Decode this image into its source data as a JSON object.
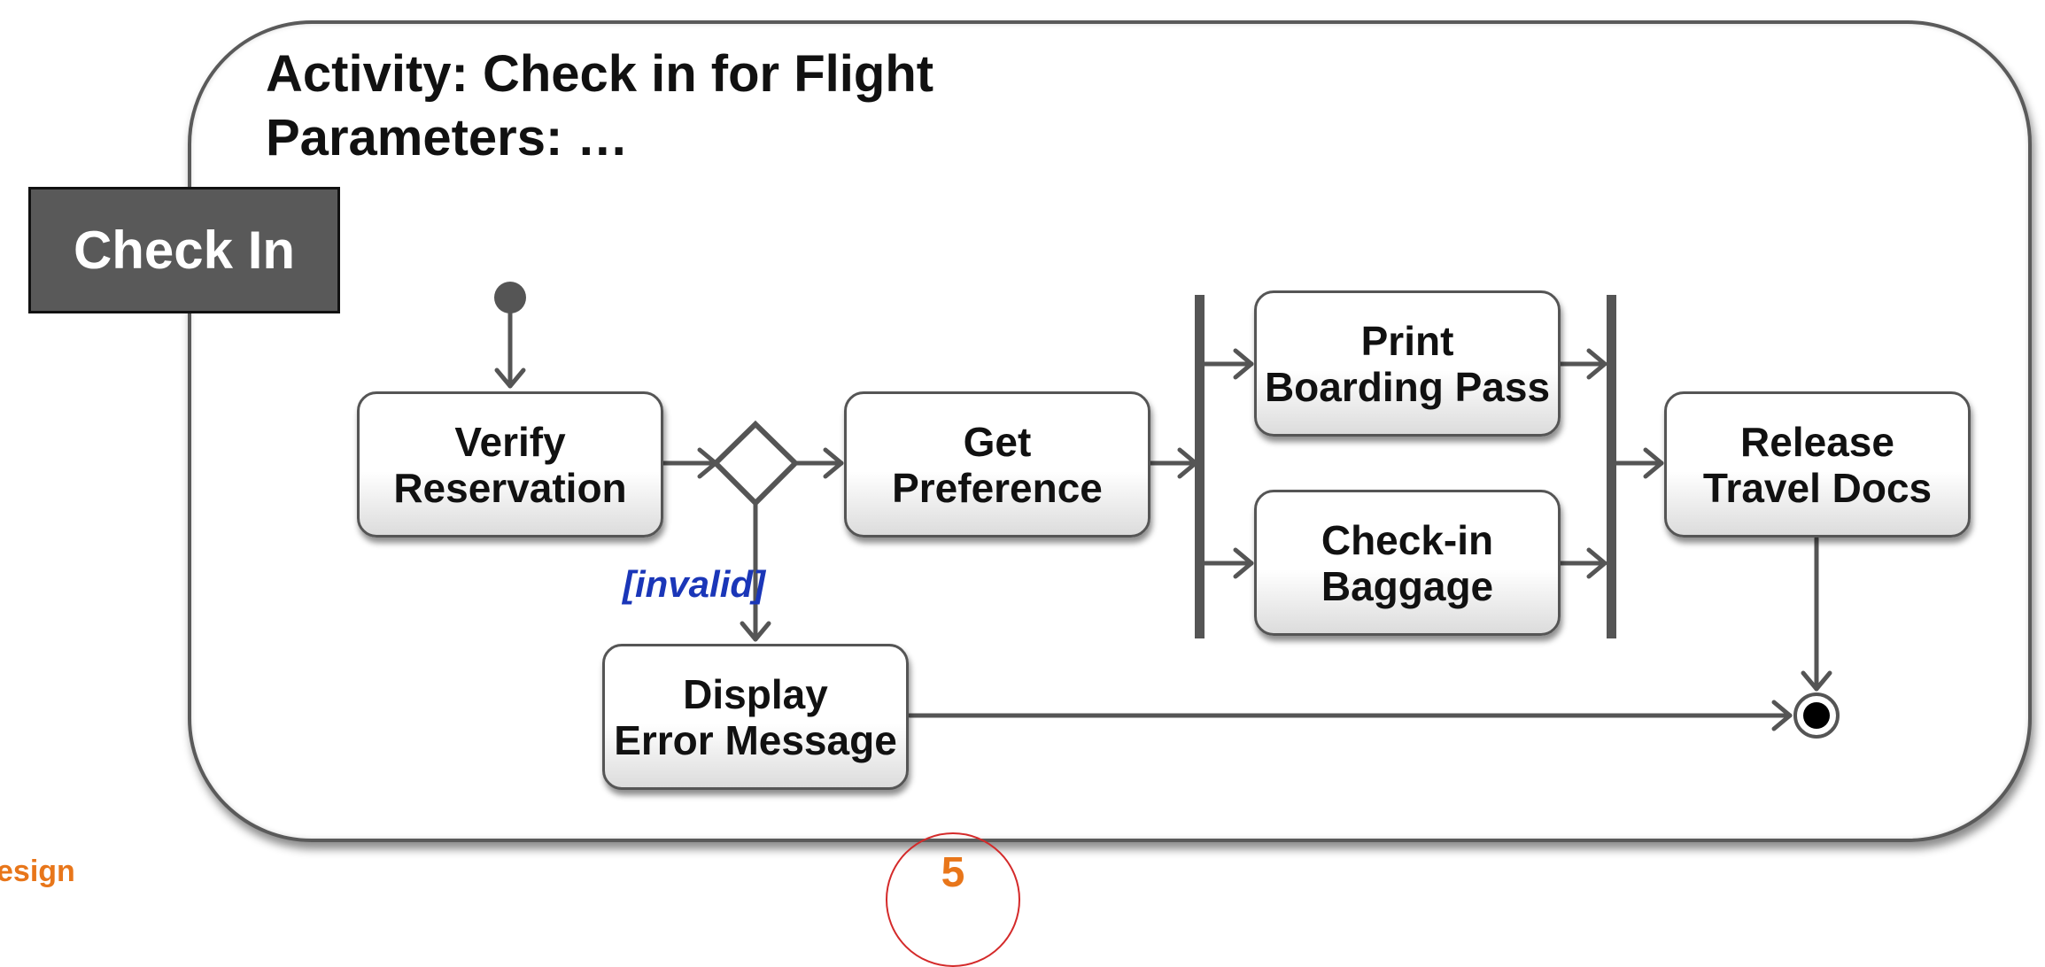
{
  "activity": {
    "title": "Activity: Check in for Flight",
    "parameters": "Parameters: …"
  },
  "tab": {
    "label": "Check In"
  },
  "nodes": {
    "verify": {
      "line1": "Verify",
      "line2": "Reservation"
    },
    "get_pref": {
      "line1": "Get",
      "line2": "Preference"
    },
    "print_pass": {
      "line1": "Print",
      "line2": "Boarding Pass"
    },
    "baggage": {
      "line1": "Check-in",
      "line2": "Baggage"
    },
    "release": {
      "line1": "Release",
      "line2": "Travel Docs"
    },
    "error": {
      "line1": "Display",
      "line2": "Error Message"
    }
  },
  "guard_label": "[invalid]",
  "footer": {
    "left_text": "esign",
    "page_number": "5"
  },
  "colors": {
    "tab_fill": "#595959",
    "line": "#555555",
    "guard_text": "#1a36b8",
    "footer_text": "#e8761a",
    "page_circle": "#d42a2a"
  }
}
